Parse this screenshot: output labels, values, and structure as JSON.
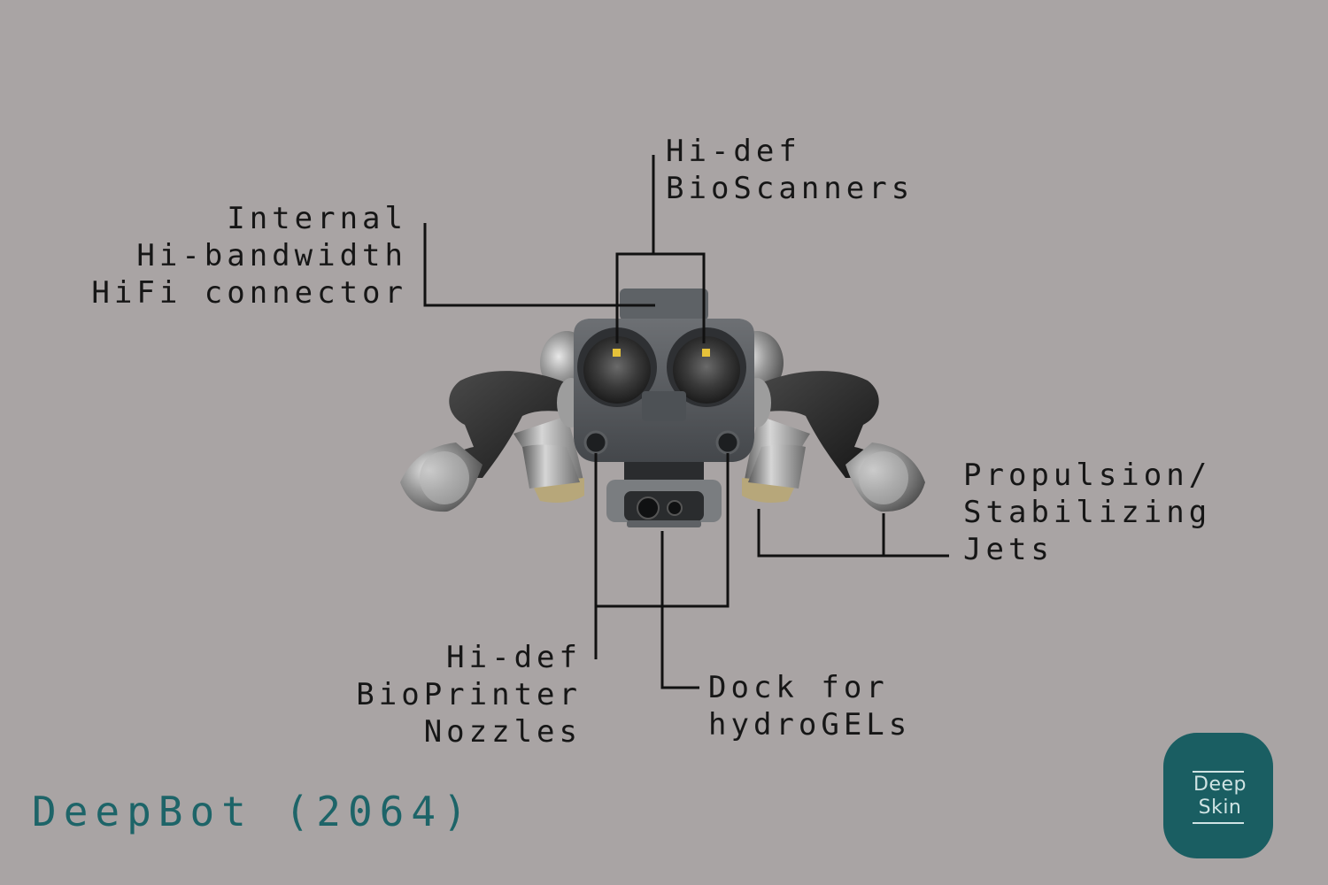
{
  "labels": {
    "bioscanners": [
      "Hi-def",
      "BioScanners"
    ],
    "connector": [
      "Internal",
      "Hi-bandwidth",
      "HiFi connector"
    ],
    "jets": [
      "Propulsion/",
      "Stabilizing",
      "Jets"
    ],
    "nozzles": [
      "Hi-def",
      "BioPrinter",
      "Nozzles"
    ],
    "dock": [
      "Dock for",
      "hydroGELs"
    ]
  },
  "title": "DeepBot (2064)",
  "logo": {
    "line1": "Deep",
    "line2": "Skin"
  },
  "colors": {
    "background": "#a9a4a4",
    "title": "#1d6468",
    "logo_bg": "#1a5e62",
    "logo_text": "#cfe3e3",
    "leader_lines": "#111111"
  }
}
